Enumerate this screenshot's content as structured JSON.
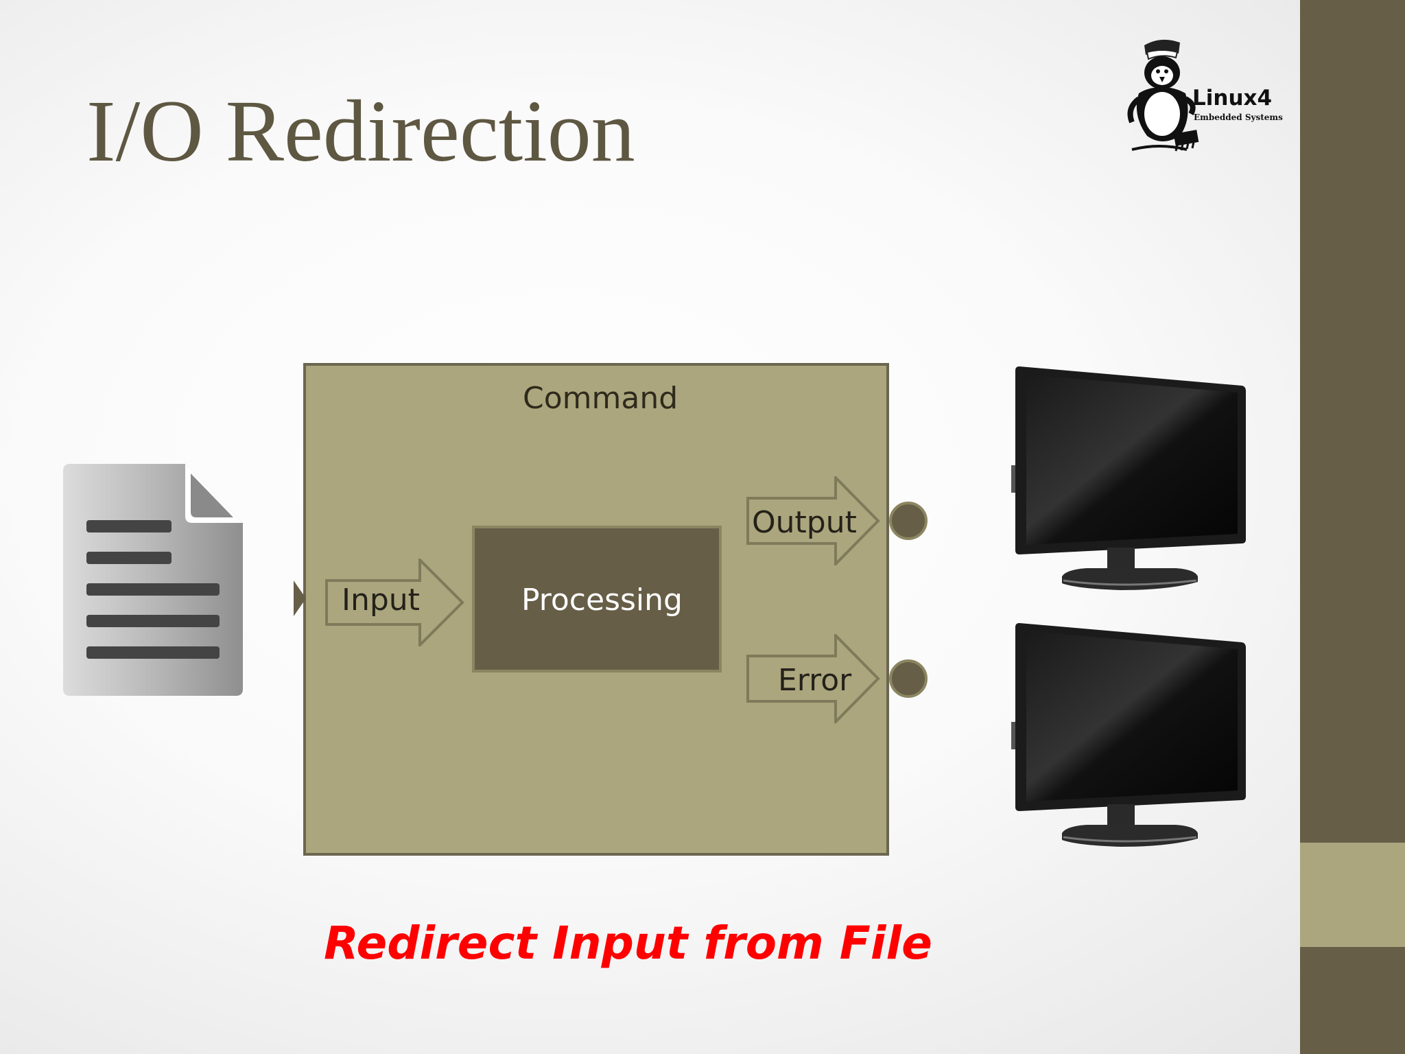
{
  "slide": {
    "title": "I/O Redirection",
    "caption": "Redirect Input from File"
  },
  "logo": {
    "text_main": "Linux4",
    "text_sub": "Embedded Systems"
  },
  "diagram": {
    "command_label": "Command",
    "processing_label": "Processing",
    "input_label": "Input",
    "output_label": "Output",
    "error_label": "Error"
  },
  "colors": {
    "theme_dark": "#675e48",
    "theme_light": "#aba67d",
    "title_text": "#5e5742",
    "caption_text": "#ff0000"
  },
  "icons": {
    "file": "document-icon",
    "output_target": "monitor-icon",
    "error_target": "monitor-icon",
    "logo": "penguin-logo-icon"
  }
}
